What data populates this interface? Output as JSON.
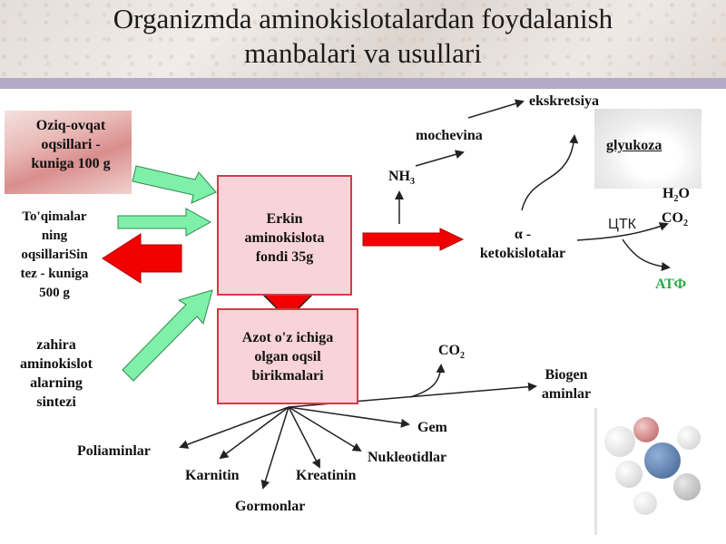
{
  "title": {
    "line1": "Organizmda aminokislotalardan foydalanish",
    "line2": "manbalari va usullari"
  },
  "sources": {
    "food": [
      "Oziq-ovqat",
      "oqsillari -",
      "kuniga 100 g"
    ],
    "tissue": [
      "To'qimalar",
      "ning",
      "oqsillariSin",
      "tez - kuniga",
      "500 g"
    ],
    "synthesis": [
      "zahira",
      "aminokislot",
      "alarning",
      "sintezi"
    ]
  },
  "boxes": {
    "pool": [
      "Erkin",
      "aminokislota",
      "fondi 35g"
    ],
    "nitrogen": [
      "Azot o'z ichiga",
      "olgan oqsil",
      "birikmalari"
    ]
  },
  "nh3": {
    "base": "NH",
    "sub": "3"
  },
  "mochevina": "mochevina",
  "ekskretsiya": "ekskretsiya",
  "keto": [
    "α -",
    "ketokislotalar"
  ],
  "glyukoza": "glyukoza",
  "ctk": "ЦТК",
  "h2o": {
    "base": "H",
    "sub": "2",
    "tail": "O"
  },
  "co2_right": {
    "base": "CO",
    "sub": "2"
  },
  "atf": "АТФ",
  "co2_lower": {
    "base": "CO",
    "sub": "2"
  },
  "biogen": [
    "Biogen",
    "aminlar"
  ],
  "products": {
    "gem": "Gem",
    "nukleotidlar": "Nukleotidlar",
    "kreatinin": "Kreatinin",
    "gormonlar": "Gormonlar",
    "karnitin": "Karnitin",
    "poliaminlar": "Poliaminlar"
  },
  "colors": {
    "green_arrow": "#7ef0a8",
    "red_arrow": "#f20000",
    "box_fill": "#f8d3d8",
    "box_border": "#d23b48",
    "atf_green": "#27a844",
    "band": "#b4a9c6"
  }
}
